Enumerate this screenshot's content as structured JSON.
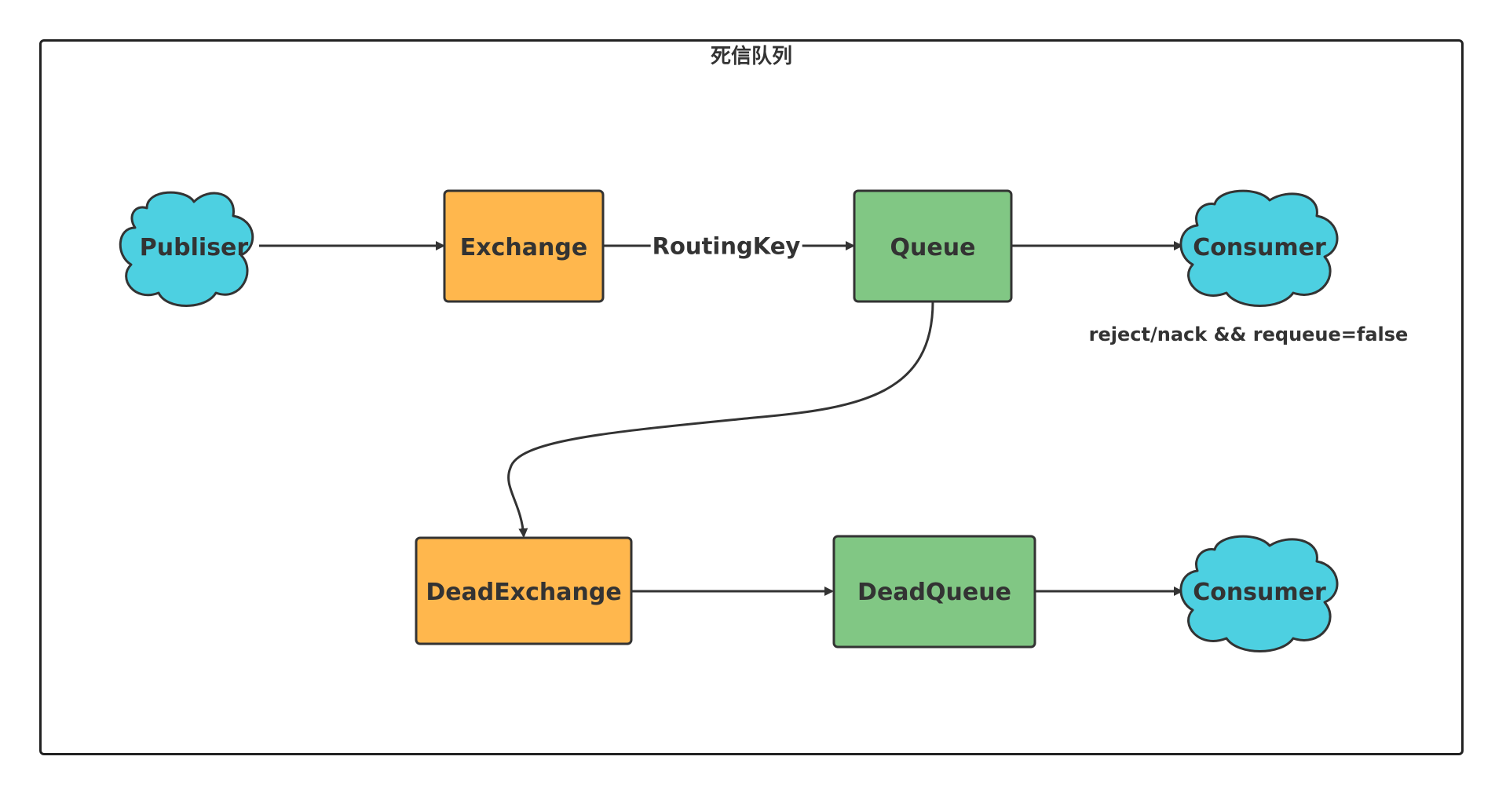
{
  "title": "死信队列",
  "colors": {
    "cloud": "#4dd0e1",
    "exchange": "#ffb74d",
    "queue": "#81c784",
    "stroke": "#333333"
  },
  "nodes": {
    "publisher": "Publiser",
    "exchange": "Exchange",
    "queue": "Queue",
    "consumer": "Consumer",
    "dead_exchange": "DeadExchange",
    "dead_queue": "DeadQueue",
    "dead_consumer": "Consumer"
  },
  "edges": {
    "routing_key": "RoutingKey"
  },
  "notes": {
    "dead_letter_condition": "reject/nack && requeue=false"
  }
}
